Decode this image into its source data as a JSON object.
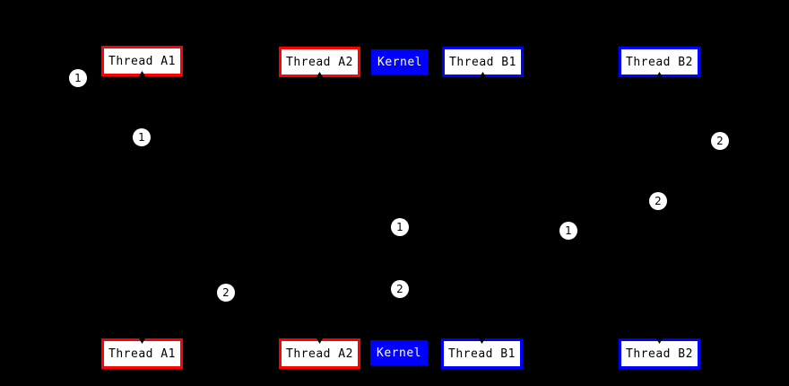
{
  "diagram": {
    "colors": {
      "background": "#000000",
      "thread_a_border": "#ff0000",
      "thread_b_border": "#0000ff",
      "kernel_background": "#0000ff",
      "kernel_text": "#ffffff",
      "box_background": "#ffffff",
      "box_text": "#000000",
      "marker_background": "#ffffff",
      "marker_text": "#000000"
    },
    "top_row": [
      {
        "label": "Thread A1",
        "kind": "thread-a"
      },
      {
        "label": "Thread A2",
        "kind": "thread-a"
      },
      {
        "label": "Kernel",
        "kind": "kernel"
      },
      {
        "label": "Thread B1",
        "kind": "thread-b"
      },
      {
        "label": "Thread B2",
        "kind": "thread-b"
      }
    ],
    "bottom_row": [
      {
        "label": "Thread A1",
        "kind": "thread-a"
      },
      {
        "label": "Thread A2",
        "kind": "thread-a"
      },
      {
        "label": "Kernel",
        "kind": "kernel"
      },
      {
        "label": "Thread B1",
        "kind": "thread-b"
      },
      {
        "label": "Thread B2",
        "kind": "thread-b"
      }
    ],
    "markers": [
      {
        "label": "1"
      },
      {
        "label": "1"
      },
      {
        "label": "2"
      },
      {
        "label": "2"
      },
      {
        "label": "1"
      },
      {
        "label": "1"
      },
      {
        "label": "2"
      },
      {
        "label": "2"
      }
    ]
  }
}
